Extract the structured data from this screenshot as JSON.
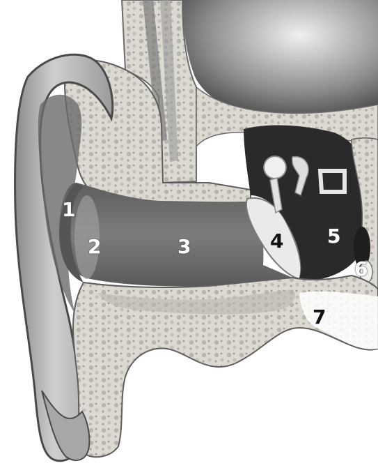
{
  "labels": [
    "1",
    "2",
    "3",
    "4",
    "5",
    "6",
    "7"
  ],
  "colors": {
    "background": "#ffffff",
    "bone": "#d9d6cf",
    "canal": "#6e6e6e",
    "cartilage": "#bdbdbd",
    "dark_cavity": "#2e2e2e",
    "eardrum": "#e8e8e8",
    "label_light": "#ffffff",
    "label_dark": "#111111"
  }
}
